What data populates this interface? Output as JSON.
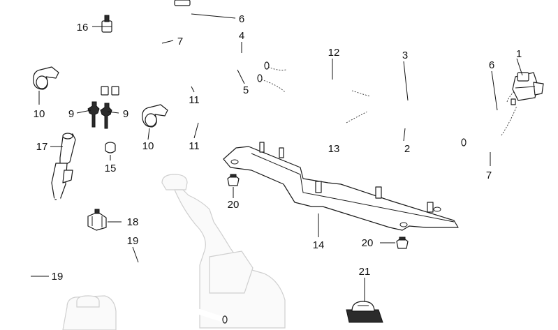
{
  "callouts": [
    {
      "id": "c1",
      "text": "1"
    },
    {
      "id": "c2",
      "text": "2"
    },
    {
      "id": "c3",
      "text": "3"
    },
    {
      "id": "c4",
      "text": "4"
    },
    {
      "id": "c5",
      "text": "5"
    },
    {
      "id": "c6a",
      "text": "6"
    },
    {
      "id": "c6b",
      "text": "6"
    },
    {
      "id": "c7a",
      "text": "7"
    },
    {
      "id": "c7b",
      "text": "7"
    },
    {
      "id": "c9a",
      "text": "9"
    },
    {
      "id": "c9b",
      "text": "9"
    },
    {
      "id": "c10a",
      "text": "10"
    },
    {
      "id": "c10b",
      "text": "10"
    },
    {
      "id": "c11a",
      "text": "11"
    },
    {
      "id": "c11b",
      "text": "11"
    },
    {
      "id": "c12",
      "text": "12"
    },
    {
      "id": "c13",
      "text": "13"
    },
    {
      "id": "c14",
      "text": "14"
    },
    {
      "id": "c15",
      "text": "15"
    },
    {
      "id": "c16",
      "text": "16"
    },
    {
      "id": "c17",
      "text": "17"
    },
    {
      "id": "c18",
      "text": "18"
    },
    {
      "id": "c19a",
      "text": "19"
    },
    {
      "id": "c19b",
      "text": "19"
    },
    {
      "id": "c20a",
      "text": "20"
    },
    {
      "id": "c20b",
      "text": "20"
    },
    {
      "id": "c21",
      "text": "21"
    }
  ]
}
